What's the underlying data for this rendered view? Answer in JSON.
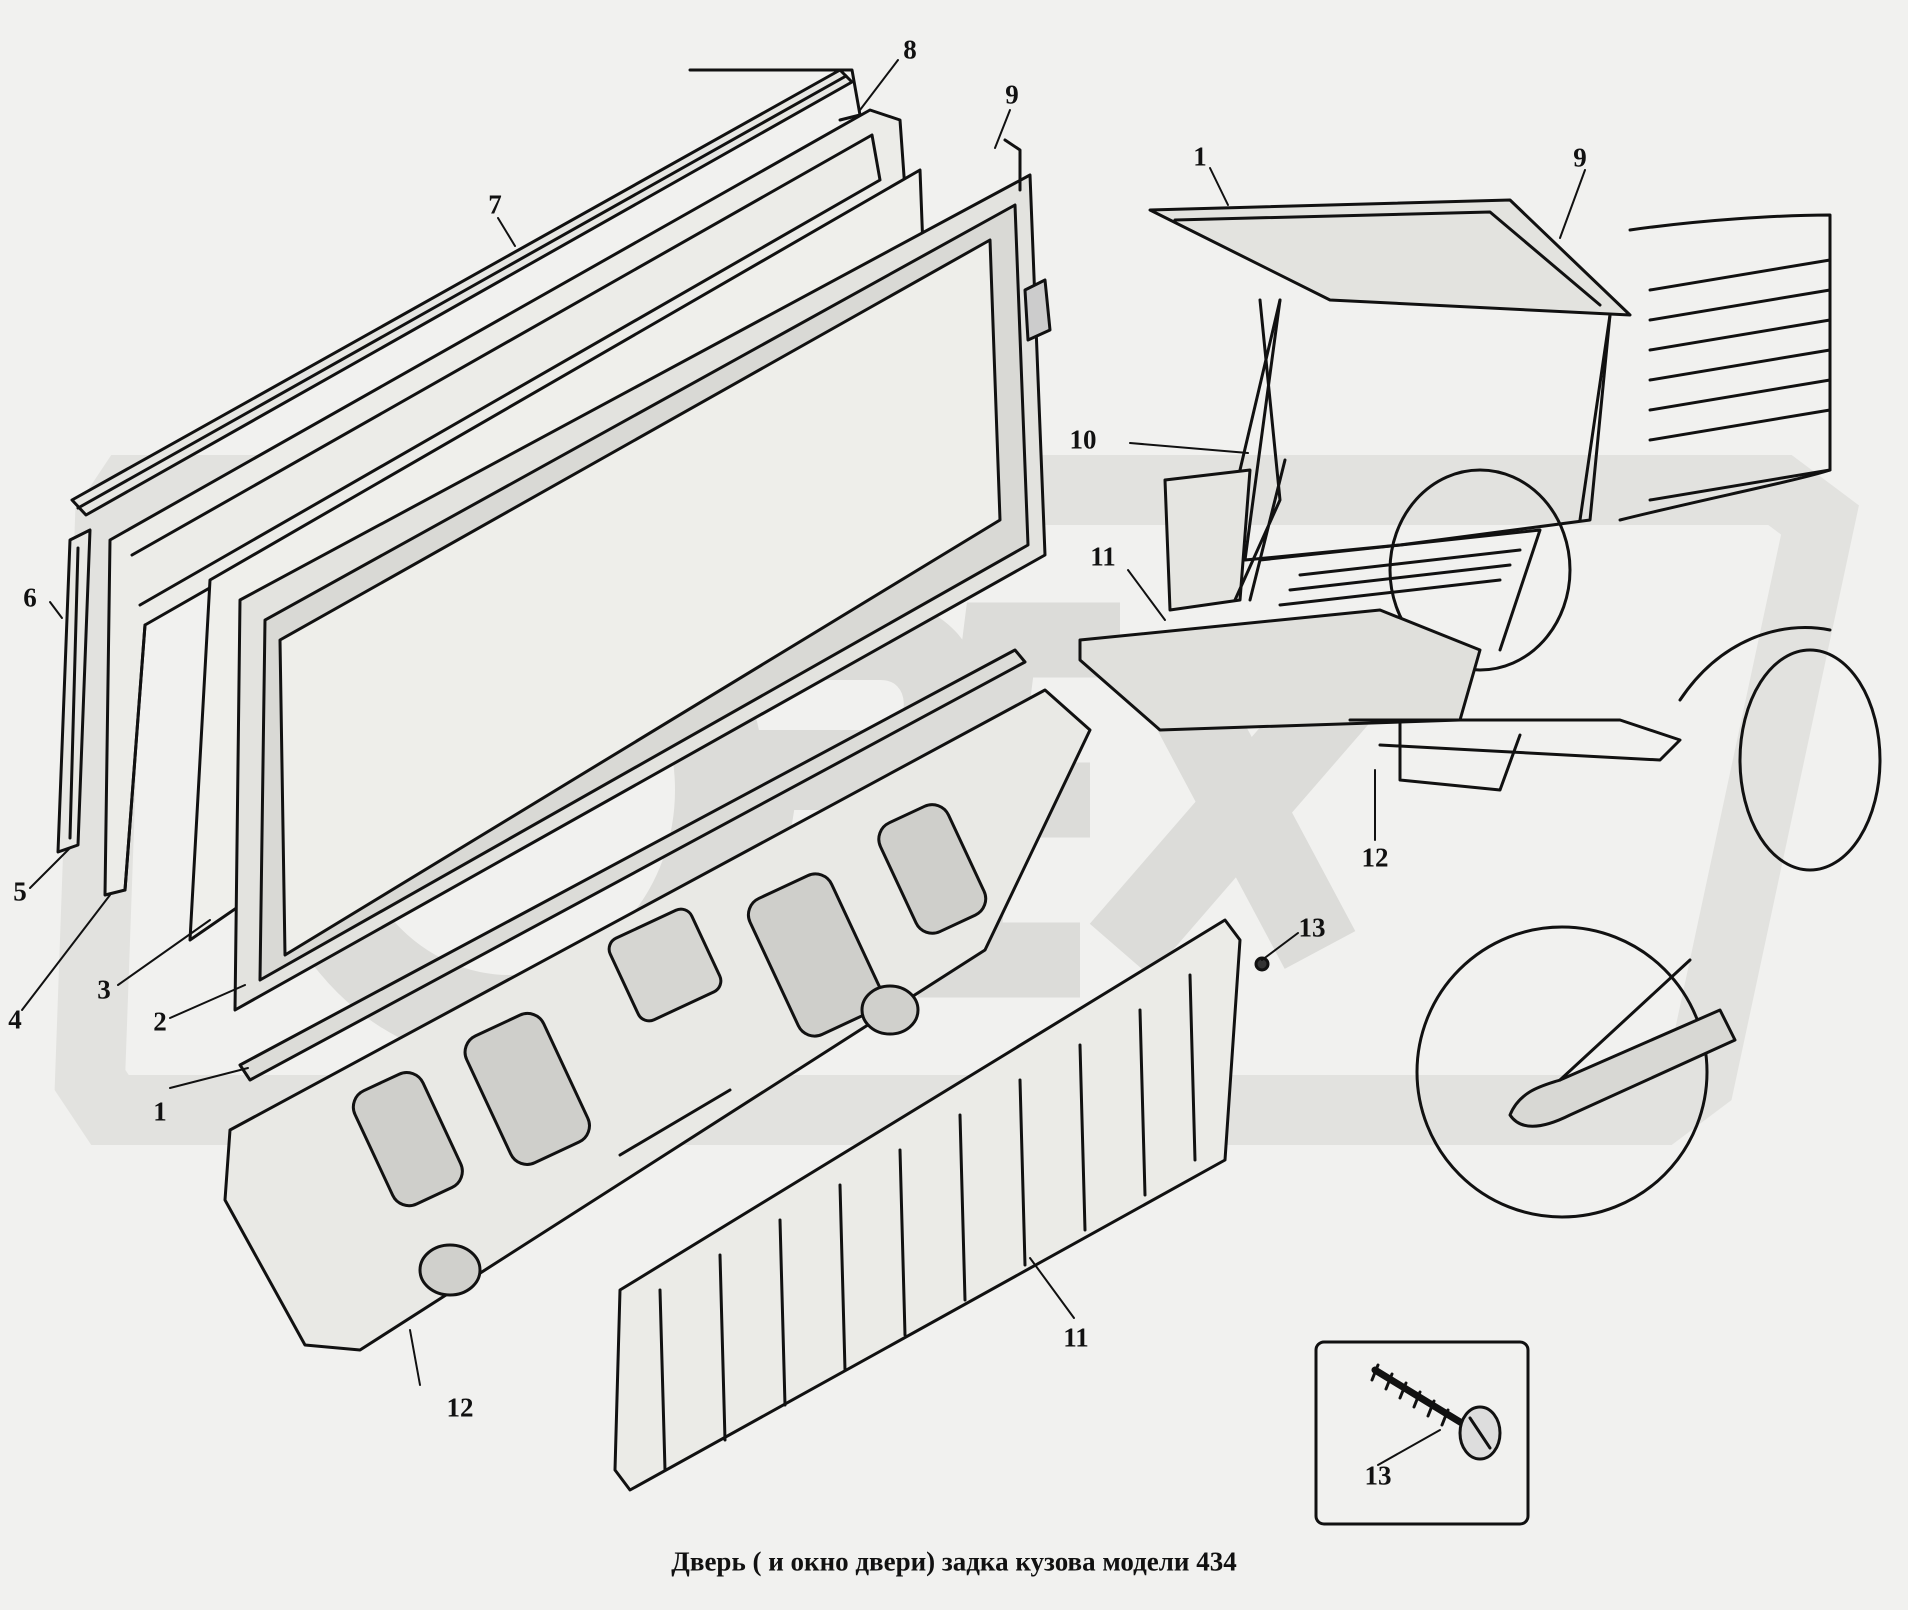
{
  "diagram": {
    "caption": "Дверь ( и окно двери) задка кузова модели 434",
    "watermark_text": "OPEX",
    "labels": {
      "l1a": "1",
      "l2": "2",
      "l3": "3",
      "l4": "4",
      "l5": "5",
      "l6": "6",
      "l7": "7",
      "l8": "8",
      "l9a": "9",
      "l11a": "11",
      "l12a": "12",
      "l13a": "13",
      "l1b": "1",
      "l9b": "9",
      "l10": "10",
      "l11b": "11",
      "l12b": "12",
      "l13b": "13"
    }
  },
  "colors": {
    "background": "#f1f1ef",
    "ink": "#111111",
    "watermark": "#dcdcd9"
  }
}
